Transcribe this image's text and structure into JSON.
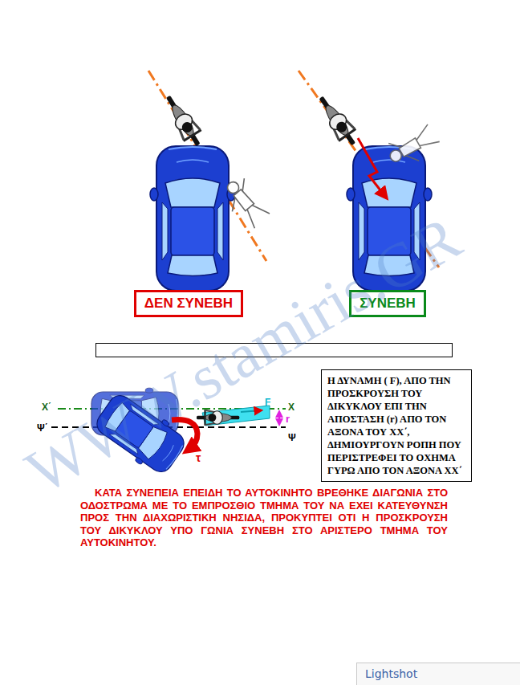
{
  "diagram": {
    "nodes": [
      {
        "text": [
          "ΔΕΝ ΣΥΝΕΒΗ"
        ]
      },
      {
        "text": [
          "ΣΥΝΕΒΗ"
        ]
      },
      {
        "text": [
          "Η ΔΥΝΑΜΗ ( F), ΑΠΟ ΤΗΝ ΠΡΟΣΚΡΟΥΣΗ ΤΟΥ ΔΙΚΥΚΛΟΥ ΕΠΙ ΤΗΝ ΑΠΟΣΤΑΣΗ (r) ΑΠΟ ΤΟΝ ΑΞΟΝΑ ΤΟΥ ΧΧ΄, ΔΗΜΙΟΥΡΓΟΥΝ ΡΟΠΗ ΠΟΥ ΠΕΡΙΣΤΡΕΦΕΙ ΤΟ ΟΧΗΜΑ ΓΥΡΩ ΑΠΟ ΤΟΝ ΑΞΟΝΑ ΧΧ΄"
        ]
      },
      {
        "text": [
          "Lightshot"
        ]
      }
    ],
    "labels": [
      "Χ΄",
      "Χ",
      "Ψ΄",
      "Ψ",
      "F",
      "r",
      "τ",
      "ΚΑΤΑ ΣΥΝΕΠΕΙΑ ΕΠΕΙΔΗ ΤΟ ΑΥΤΟΚΙΝΗΤΟ ΒΡΕΘΗΚΕ ΔΙΑΓΩΝΙΑ ΣΤΟ ΟΔΟΣΤΡΩΜΑ ΜΕ ΤΟ ΕΜΠΡΟΣΘΙΟ ΤΜΗΜΑ ΤΟΥ ΝΑ ΕΧΕΙ ΚΑΤΕΥΘΥΝΣΗ ΠΡΟΣ ΤΗΝ ΔΙΑΧΩΡΙΣΤΙΚΗ ΝΗΣΙΔΑ, ΠΡΟΚΥΠΤΕΙ ΟΤΙ Η ΠΡΟΣΚΡΟΥΣΗ ΤΟΥ ΔΙΚΥΚΛΟΥ ΥΠΟ ΓΩΝΙΑ ΣΥΝΕΒΗ ΣΤΟ ΑΡΙΣΤΕΡΟ ΤΜΗΜΑ ΤΟΥ ΑΥΤΟΚΙΝΗΤΟΥ.",
      "WWW.stamiris.GR"
    ]
  }
}
